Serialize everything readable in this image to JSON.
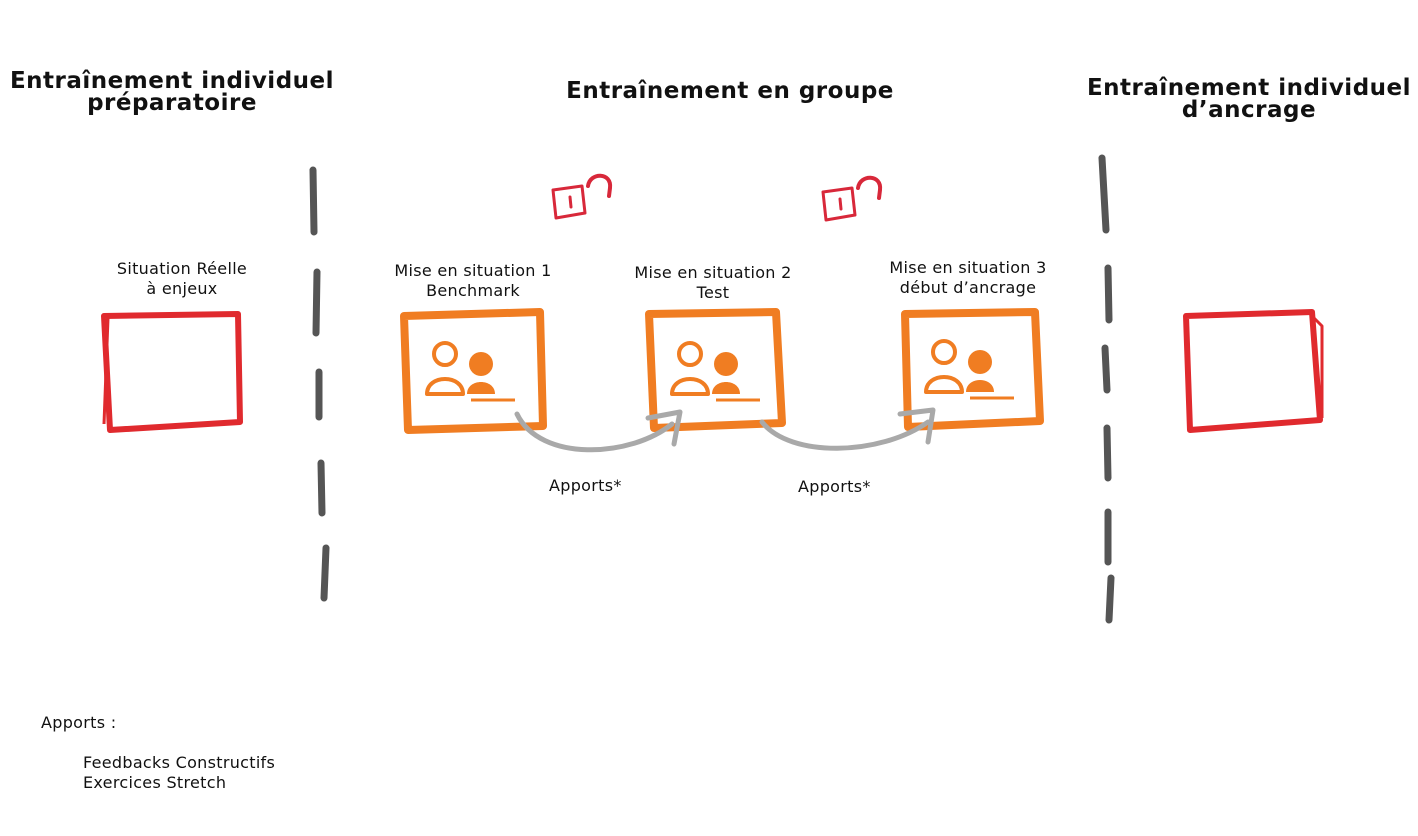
{
  "headings": {
    "left": [
      "Entraînement individuel",
      "préparatoire"
    ],
    "middle": [
      "Entraînement en groupe"
    ],
    "right": [
      "Entraînement individuel",
      "d’ancrage"
    ]
  },
  "situations": {
    "real": [
      "Situation Réelle",
      "à enjeux"
    ],
    "mise1": [
      "Mise en situation 1",
      "Benchmark"
    ],
    "mise2": [
      "Mise en situation 2",
      "Test"
    ],
    "mise3": [
      "Mise en situation 3",
      "début d’ancrage"
    ]
  },
  "transitions": [
    "Apports*",
    "Apports*"
  ],
  "legend": {
    "title": "Apports :",
    "items": [
      "Feedbacks Constructifs",
      "Exercices Stretch"
    ]
  },
  "colors": {
    "red_frame": "#e02a2e",
    "orange": "#f07d22",
    "divider": "#555555",
    "arrow": "#a9a9a9",
    "lock": "#d8283a"
  },
  "icons": [
    "padlock-open-icon",
    "people-icon"
  ]
}
